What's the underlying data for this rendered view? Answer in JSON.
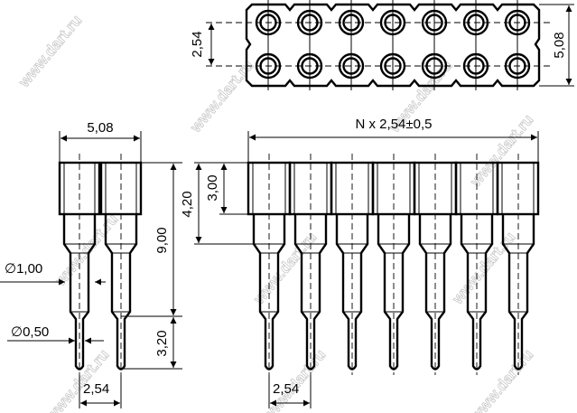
{
  "drawing": {
    "title": "Pin header socket, double row",
    "pin_count_shown": 7,
    "watermark": "www.dart.ru",
    "dimensions": {
      "top_pitch": "2,54",
      "top_width": "5,08",
      "side_width": "5,08",
      "overall_length": "N x 2,54±0,5",
      "total_height": "9,00",
      "height_4_20": "4,20",
      "body_height": "3,00",
      "pin_diameter_upper": "∅1,00",
      "pin_diameter_lower": "∅0,50",
      "tail_length": "3,20",
      "side_pitch": "2,54",
      "front_pitch": "2,54"
    }
  }
}
